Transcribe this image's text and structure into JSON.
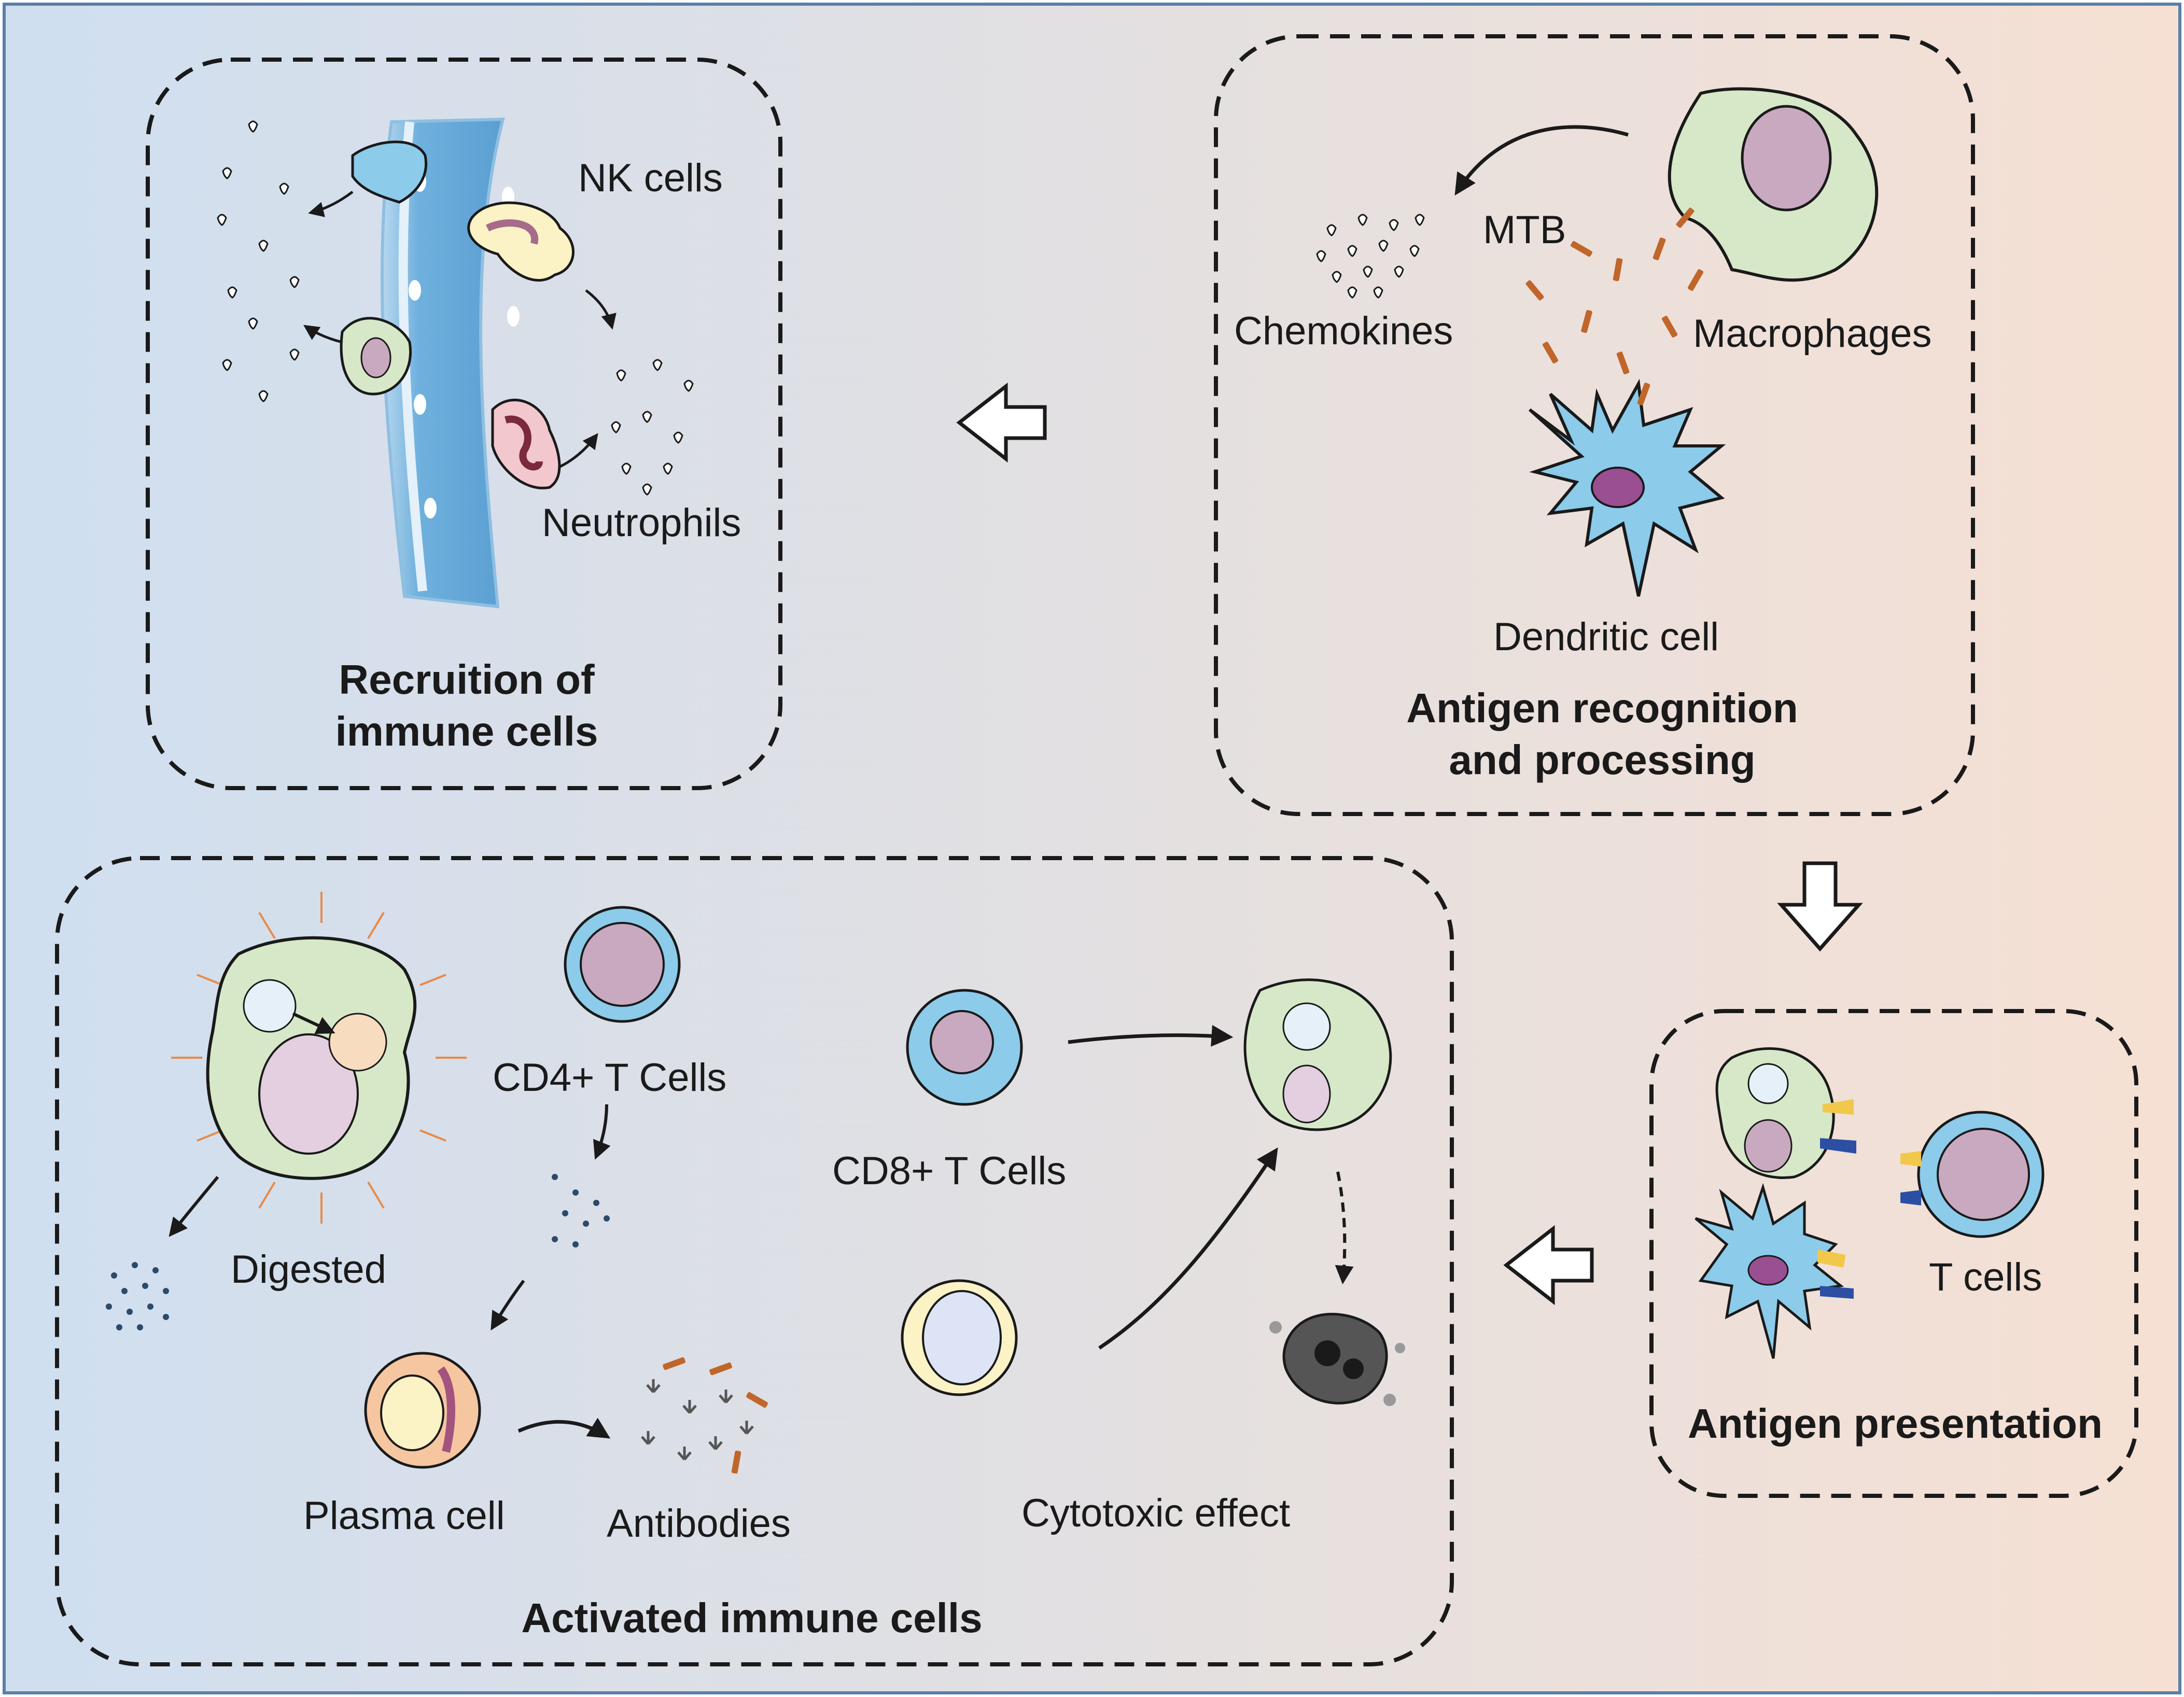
{
  "panels": {
    "recruitment": {
      "title_line1": "Recruition of",
      "title_line2": "immune cells",
      "nk_cells": "NK cells",
      "neutrophils": "Neutrophils"
    },
    "recognition": {
      "title_line1": "Antigen recognition",
      "title_line2": "and processing",
      "mtb": "MTB",
      "chemokines": "Chemokines",
      "macrophages": "Macrophages",
      "dendritic_cell": "Dendritic cell"
    },
    "presentation": {
      "title": "Antigen presentation",
      "t_cells": "T cells"
    },
    "activated": {
      "title": "Activated immune cells",
      "cd4": "CD4+ T Cells",
      "cd8": "CD8+ T Cells",
      "digested": "Digested",
      "plasma_cell": "Plasma cell",
      "antibodies": "Antibodies",
      "cytotoxic": "Cytotoxic effect"
    }
  },
  "colors": {
    "background_left": "#cfdff0",
    "background_right": "#f6e0d3",
    "macrophage": "#d6e8c8",
    "dendritic": "#8ccbea",
    "nucleus": "#c9a9c0",
    "vessel": "#6fb0dd",
    "mtb": "#c0662a",
    "outline": "#1a1a1a",
    "rays": "#e88a4a"
  }
}
